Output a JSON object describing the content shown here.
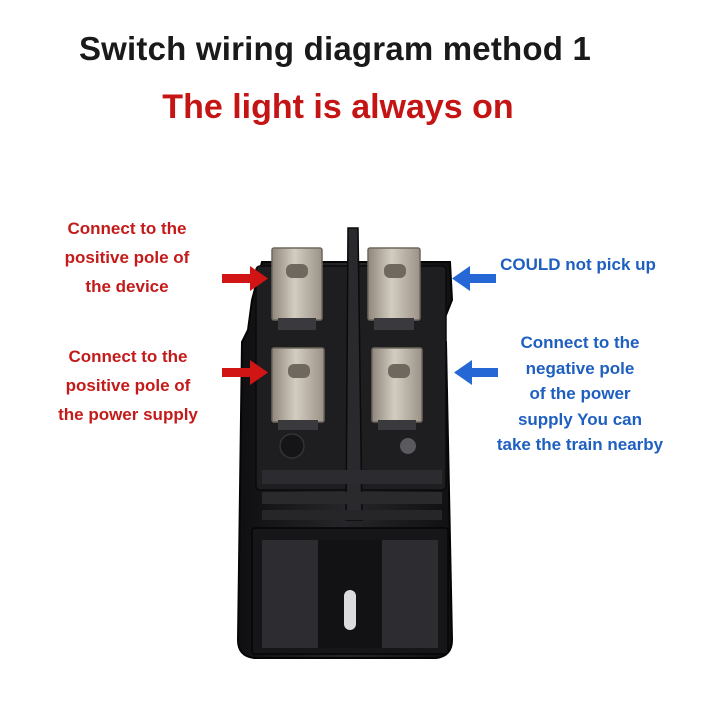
{
  "header": {
    "title": "Switch wiring diagram method 1",
    "subtitle": "The light is always on"
  },
  "labels": {
    "top_left": "Connect to the\npositive pole of\nthe device",
    "bottom_left": "Connect to the\npositive pole of\nthe power supply",
    "top_right": "COULD not pick up",
    "bottom_right": "Connect to the\nnegative pole\nof the power\nsupply You can\ntake the train nearby"
  },
  "colors": {
    "red": "#d11515",
    "blue": "#2667d6",
    "switch_body": "#1b1b1d",
    "terminal": "#b8b0a4"
  }
}
